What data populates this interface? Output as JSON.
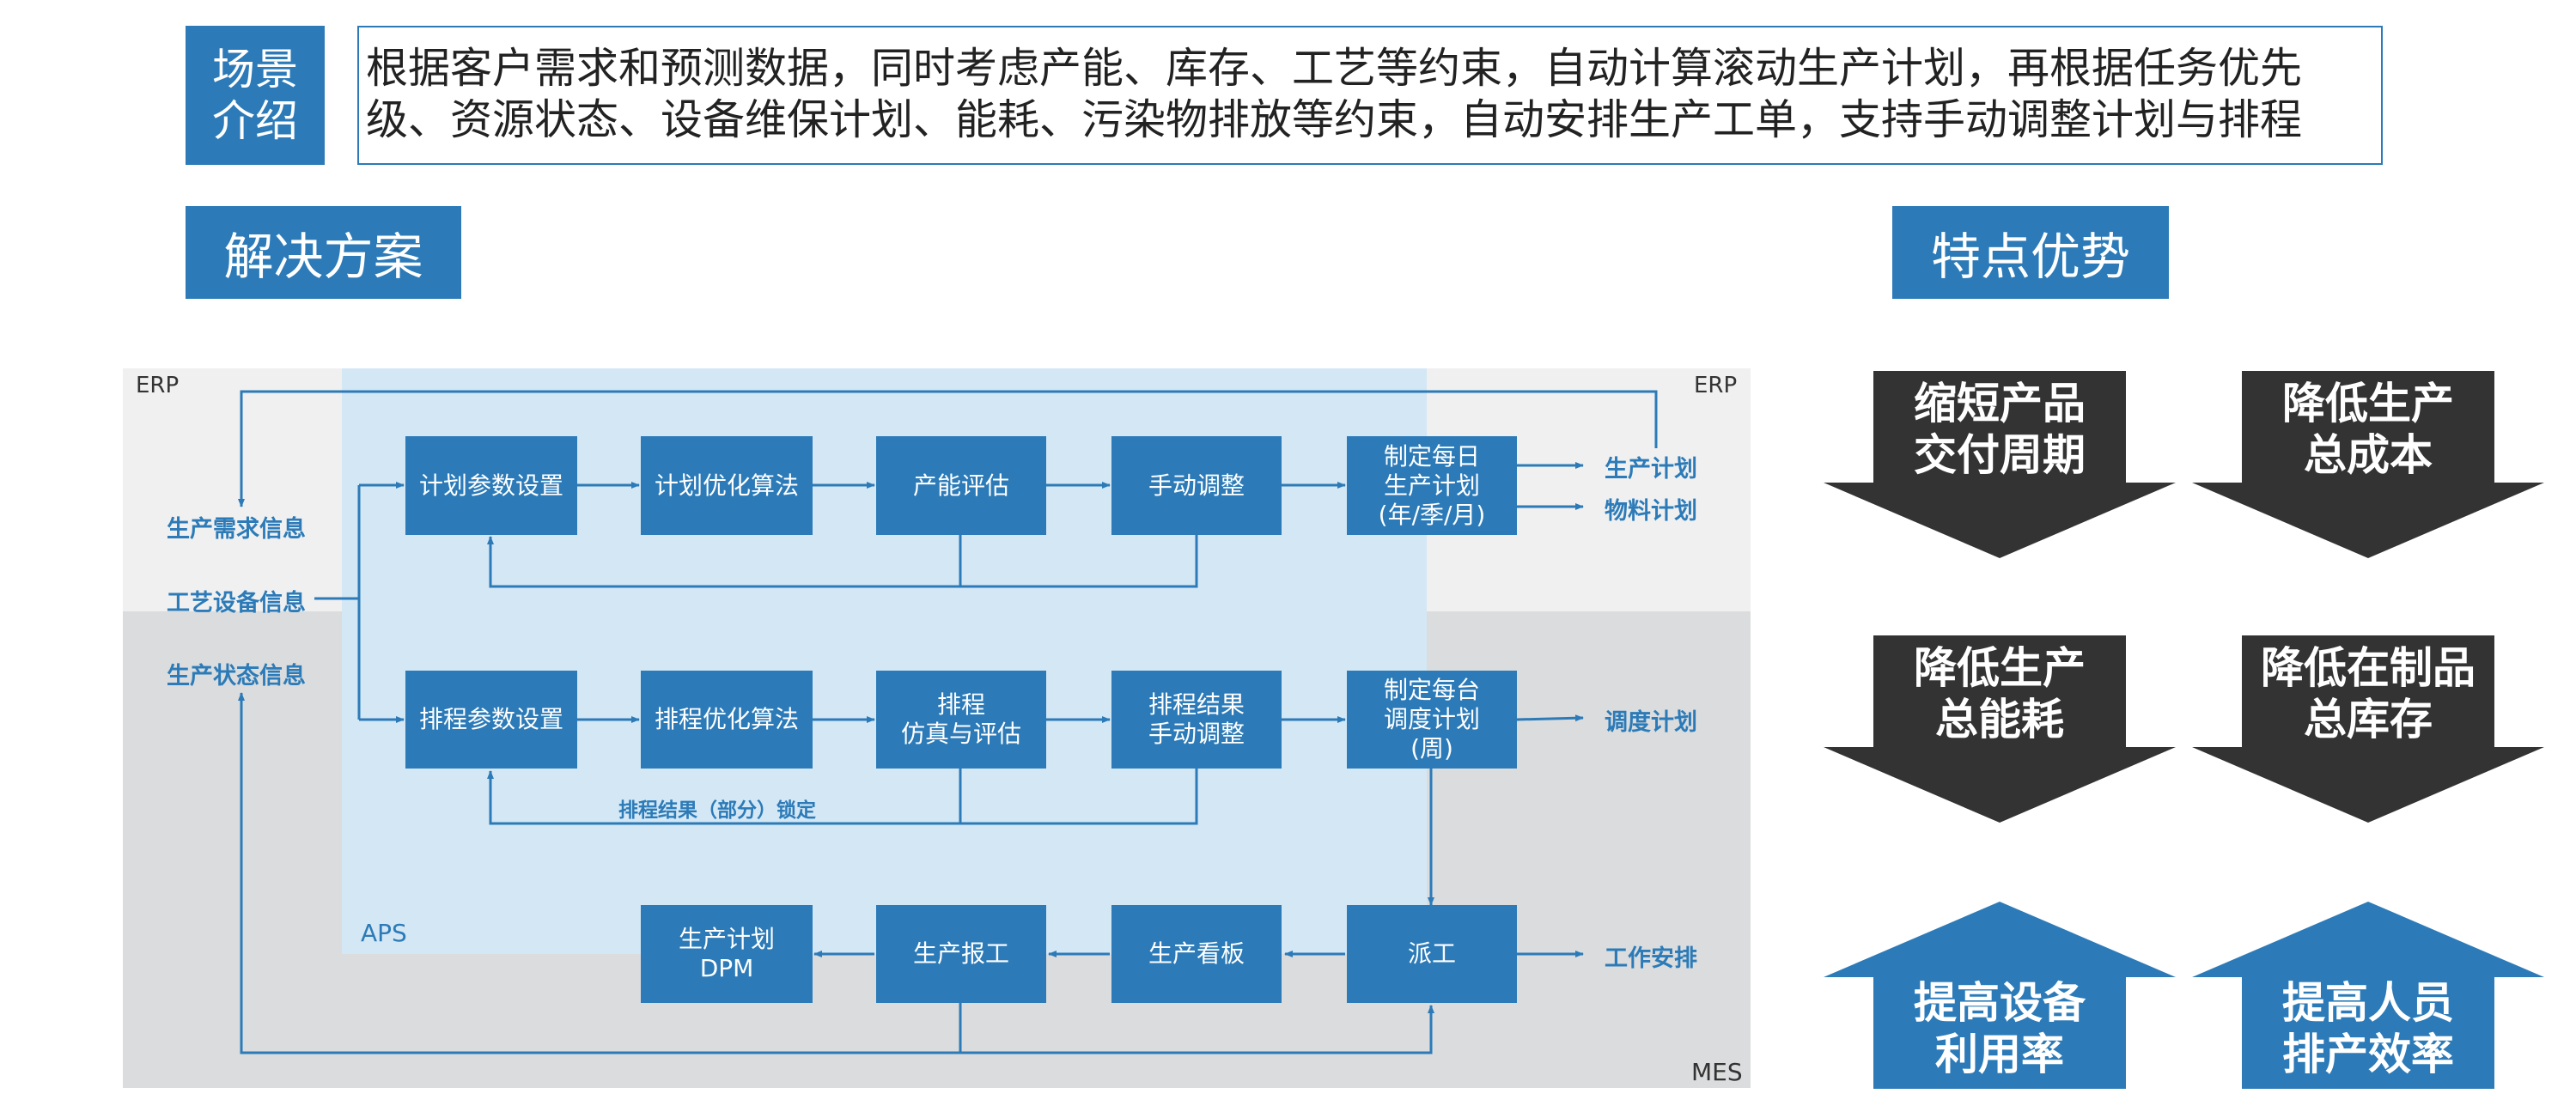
{
  "intro": {
    "tag": "场景介绍",
    "text": "根据客户需求和预测数据，同时考虑产能、库存、工艺等约束，自动计算滚动生产计划，再根据任务优先\n级、资源状态、设备维保计划、能耗、污染物排放等约束，自动安排生产工单，支持手动调整计划与排程"
  },
  "sections": {
    "solution": "解决方案",
    "features": "特点优势"
  },
  "zones": {
    "erp_left": "ERP",
    "erp_right": "ERP",
    "aps": "APS",
    "mes": "MES"
  },
  "inputs": {
    "demand": "生产需求信息",
    "process": "工艺设备信息",
    "status": "生产状态信息"
  },
  "outputs": {
    "production_plan": "生产计划",
    "material_plan": "物料计划",
    "dispatch_plan": "调度计划",
    "work_arrangement": "工作安排"
  },
  "row1": {
    "param": "计划参数设置",
    "algo": "计划优化算法",
    "capacity": "产能评估",
    "manual": "手动调整",
    "daily": "制定每日\n生产计划\n(年/季/月)"
  },
  "row2": {
    "param": "排程参数设置",
    "algo": "排程优化算法",
    "sim": "排程\n仿真与评估",
    "manual": "排程结果\n手动调整",
    "schedule": "制定每台\n调度计划\n(周)"
  },
  "row2_note": "排程结果（部分）锁定",
  "row3": {
    "dpm": "生产计划\nDPM",
    "report": "生产报工",
    "board": "生产看板",
    "dispatch": "派工"
  },
  "advantages": [
    {
      "label": "缩短产品\n交付周期",
      "direction": "down",
      "color": "#333333"
    },
    {
      "label": "降低生产\n总成本",
      "direction": "down",
      "color": "#333333"
    },
    {
      "label": "降低生产\n总能耗",
      "direction": "down",
      "color": "#333333"
    },
    {
      "label": "降低在制品\n总库存",
      "direction": "down",
      "color": "#333333"
    },
    {
      "label": "提高设备\n利用率",
      "direction": "up",
      "color": "#2c7bb8"
    },
    {
      "label": "提高人员\n排产效率",
      "direction": "up",
      "color": "#2c7bb8"
    }
  ],
  "colors": {
    "accent": "#2c7bb8",
    "dark": "#333333",
    "aps_bg": "#d3e7f5",
    "erp_bg": "#f0f0f0",
    "mes_bg": "#dadcdd"
  }
}
